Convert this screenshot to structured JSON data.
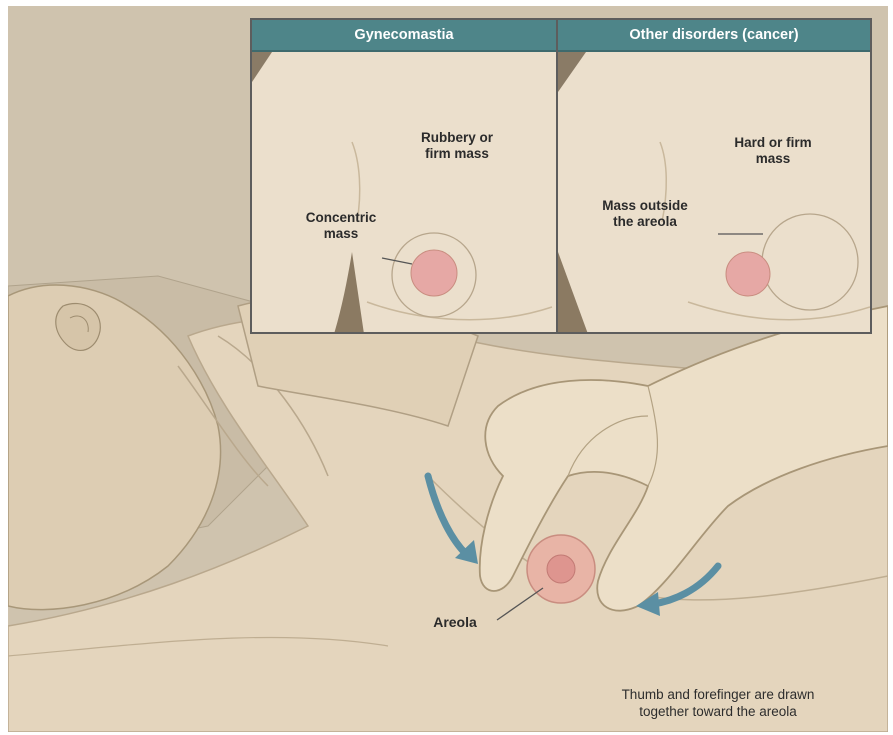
{
  "inset": {
    "left_panel": {
      "header": "Gynecomastia",
      "mass_label": "Rubbery or\nfirm mass",
      "pointer_label": "Concentric\nmass"
    },
    "right_panel": {
      "header": "Other disorders (cancer)",
      "mass_label": "Hard or firm\nmass",
      "pointer_label": "Mass outside\nthe areola"
    }
  },
  "main": {
    "areola_label": "Areola",
    "caption": "Thumb and forefinger are drawn\ntogether toward the areola"
  },
  "colors": {
    "background": "#cfc3ae",
    "skin": "#e4d5bd",
    "panel_header": "#4e8589",
    "areola": "#e6a8a5",
    "arrow": "#5b8fa3"
  }
}
